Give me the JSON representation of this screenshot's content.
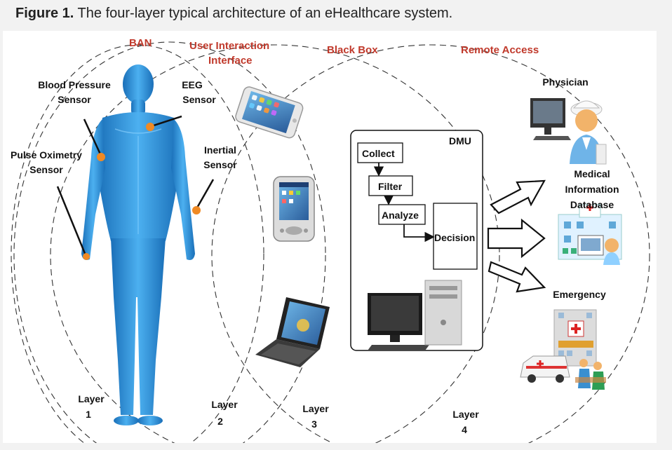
{
  "caption": {
    "bold": "Figure 1.",
    "text": " The four-layer typical architecture of an eHealthcare system."
  },
  "headers": {
    "ban": "BAN",
    "uii_1": "User Interaction",
    "uii_2": "Interface",
    "black_box": "Black Box",
    "remote_access": "Remote Access"
  },
  "sensors": {
    "blood_pressure_1": "Blood Pressure",
    "blood_pressure_2": "Sensor",
    "eeg_1": "EEG",
    "eeg_2": "Sensor",
    "pulse_ox_1": "Pulse Oximetry",
    "pulse_ox_2": "Sensor",
    "inertial_1": "Inertial",
    "inertial_2": "Sensor"
  },
  "layers": [
    {
      "word": "Layer",
      "num": "1"
    },
    {
      "word": "Layer",
      "num": "2"
    },
    {
      "word": "Layer",
      "num": "3"
    },
    {
      "word": "Layer",
      "num": "4"
    }
  ],
  "dmu": {
    "title": "DMU",
    "steps": [
      "Collect",
      "Filter",
      "Analyze",
      "Decision"
    ]
  },
  "remote": {
    "physician": "Physician",
    "medical_1": "Medical",
    "medical_2": "Information",
    "medical_3": "Database",
    "emergency": "Emergency"
  },
  "colors": {
    "header_red": "#c0392b",
    "body_blue": "#2f8fd6",
    "sensor_dot": "#f08a24"
  }
}
